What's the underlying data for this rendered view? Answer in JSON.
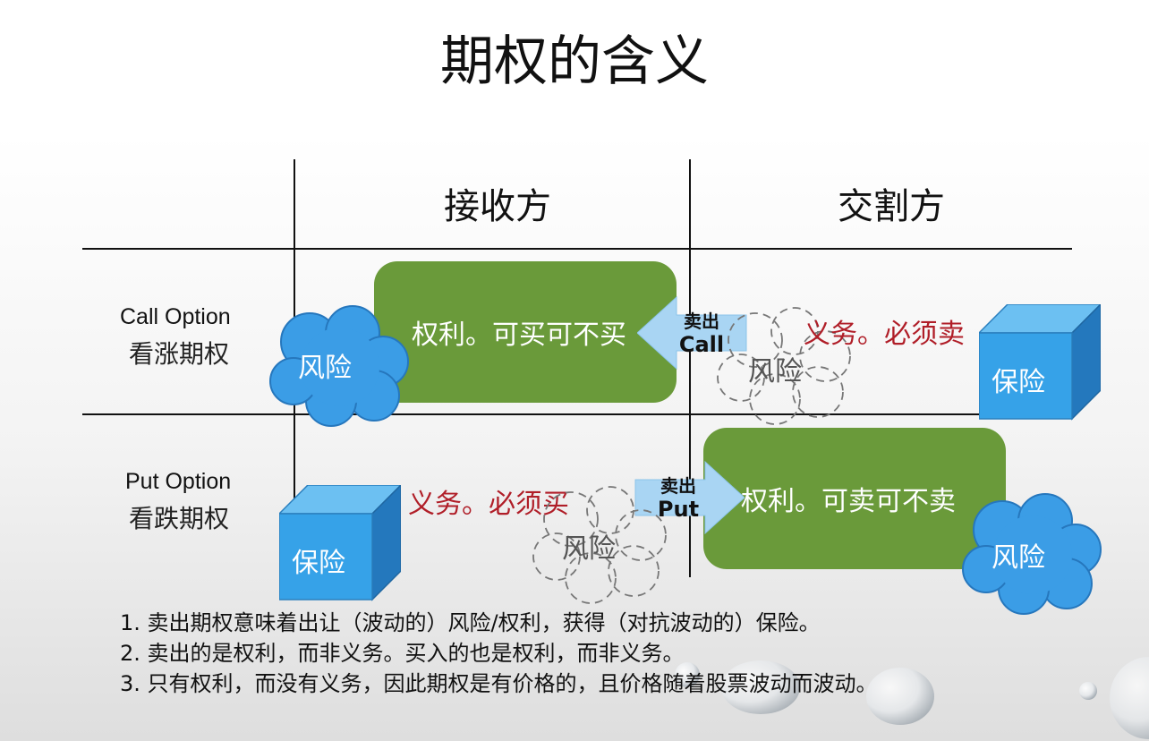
{
  "title": "期权的含义",
  "columns": {
    "receiver": "接收方",
    "deliverer": "交割方"
  },
  "rows": {
    "call": {
      "en": "Call Option",
      "cn": "看涨期权"
    },
    "put": {
      "en": "Put Option",
      "cn": "看跌期权"
    }
  },
  "call_row": {
    "right_text": "权利。可买可不买",
    "obligation_text": "义务。必须卖",
    "arrow_label_1": "卖出",
    "arrow_label_2": "Call",
    "risk_left": "风险",
    "risk_ghost": "风险",
    "insurance": "保险"
  },
  "put_row": {
    "right_text": "权利。可卖可不卖",
    "obligation_text": "义务。必须买",
    "arrow_label_1": "卖出",
    "arrow_label_2": "Put",
    "risk_right": "风险",
    "risk_ghost": "风险",
    "insurance": "保险"
  },
  "notes": [
    "1.   卖出期权意味着出让（波动的）风险/权利，获得（对抗波动的）保险。",
    "2.   卖出的是权利，而非义务。买入的也是权利，而非义务。",
    "3.   只有权利，而没有义务，因此期权是有价格的，且价格随着股票波动而波动。"
  ],
  "colors": {
    "green": "#6a9a3a",
    "cloud_blue": "#3b9de6",
    "cube_front": "#36a2e8",
    "cube_top": "#6cc0f2",
    "cube_side": "#2478bd",
    "arrow_fill": "#a9d5f3",
    "red": "#b01e28"
  }
}
